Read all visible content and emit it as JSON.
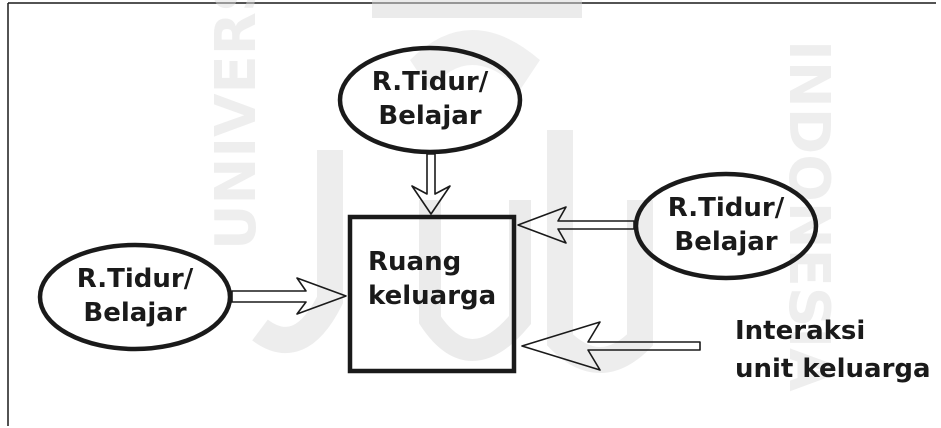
{
  "diagram": {
    "colors": {
      "background": "#ffffff",
      "stroke": "#1a1a1a",
      "watermark": "#d9d9d9"
    },
    "watermark_text": "UNIVERSITAS ISLAM INDONESIA",
    "nodes": {
      "top": {
        "line1": "R.Tidur/",
        "line2": "Belajar"
      },
      "right": {
        "line1": "R.Tidur/",
        "line2": "Belajar"
      },
      "left": {
        "line1": "R.Tidur/",
        "line2": "Belajar"
      },
      "center": {
        "line1": "Ruang",
        "line2": "keluarga"
      }
    },
    "interaction_label": {
      "line1": "Interaksi",
      "line2": "unit keluarga"
    }
  }
}
